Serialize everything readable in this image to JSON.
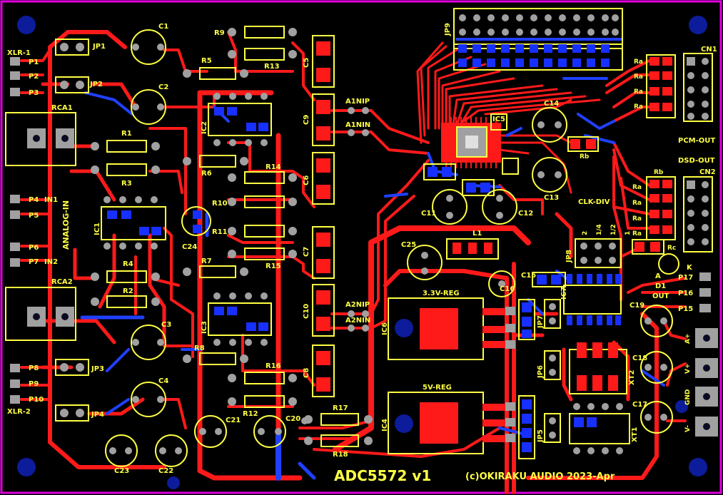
{
  "board": {
    "title": "ADC5572  v1",
    "credit": "(c)OKIRAKU AUDIO 2023-Apr",
    "colors": {
      "background": "#000000",
      "top_copper": "#ff1a1a",
      "bottom_copper": "#2040ff",
      "silkscreen": "#ffff44",
      "outline": "#e000e0",
      "pad": "#a0a0a0"
    }
  },
  "labels": {
    "xlr1": "XLR-1",
    "p1": "P1",
    "p2": "P2",
    "p3": "P3",
    "jp1": "JP1",
    "jp2": "JP2",
    "rca1": "RCA1",
    "r1": "R1",
    "r3": "R3",
    "p4": "P4",
    "in1": "IN1",
    "p5": "P5",
    "analog_in": "ANALOG-IN",
    "p6": "P6",
    "p7": "P7",
    "in2": "IN2",
    "ic1": "IC1",
    "r4": "R4",
    "r2": "R2",
    "rca2": "RCA2",
    "p8": "P8",
    "p9": "P9",
    "p10": "P10",
    "xlr2": "XLR-2",
    "jp3": "JP3",
    "jp4": "JP4",
    "c1": "C1",
    "c2": "C2",
    "c3": "C3",
    "c4": "C4",
    "c22": "C22",
    "c23": "C23",
    "c24": "C24",
    "r9": "R9",
    "r13": "R13",
    "r5": "R5",
    "ic2": "IC2",
    "r6": "R6",
    "r14": "R14",
    "r10": "R10",
    "r11": "R11",
    "r15": "R15",
    "r7": "R7",
    "ic3": "IC3",
    "r8": "R8",
    "r16": "R16",
    "r12": "R12",
    "c21": "C21",
    "c5": "C5",
    "c9": "C9",
    "c6": "C6",
    "c7": "C7",
    "c10": "C10",
    "c8": "C8",
    "a1nip": "A1NIP",
    "a1nin": "A1NIN",
    "a2nip": "A2NIP",
    "a2nin": "A2NIN",
    "c20": "C20",
    "r17": "R17",
    "r18": "R18",
    "jp9": "JP9",
    "ic5": "IC5",
    "c14": "C14",
    "c11": "C11",
    "c12": "C12",
    "c13": "C13",
    "c25": "C25",
    "l1": "L1",
    "ic6": "IC6",
    "ic4": "IC4",
    "reg33": "3.3V-REG",
    "reg5": "5V-REG",
    "ra": "Ra",
    "rb": "Rb",
    "rc": "Rc",
    "cn1": "CN1",
    "cn2": "CN2",
    "pcm_out": "PCM-OUT",
    "dsd_out": "DSD-OUT",
    "clk_div": "CLK-DIV",
    "jp8": "JP8",
    "div_opts": [
      "1",
      "1/2",
      "1/4",
      "2"
    ],
    "k": "K",
    "a": "A",
    "d1": "D1",
    "p17": "P17",
    "p16": "P16",
    "p15": "P15",
    "out": "OUT",
    "c15": "C15",
    "c16": "C16",
    "c17": "C17",
    "c18": "C18",
    "c19": "C19",
    "ic7": "IC7",
    "jp5": "JP5",
    "jp6": "JP6",
    "jp7": "JP7",
    "xt1": "XT1",
    "xt2": "XT2",
    "aplus": "A+",
    "vplus": "V+",
    "gnd": "GND",
    "vminus": "V-"
  }
}
